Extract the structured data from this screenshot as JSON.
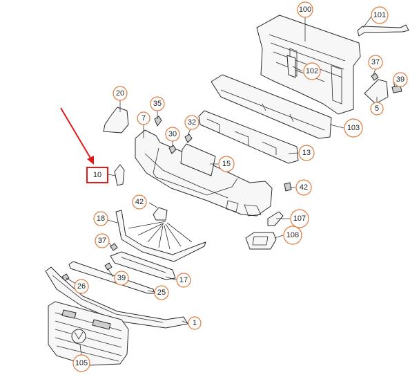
{
  "diagram": {
    "highlight_color": "#e0191b",
    "callout_color": "#e07a3c",
    "highlighted_label": "10",
    "callouts": {
      "c100": "100",
      "c101": "101",
      "c102": "102",
      "c37a": "37",
      "c39a": "39",
      "c5": "5",
      "c103": "103",
      "c20": "20",
      "c35": "35",
      "c7": "7",
      "c32": "32",
      "c30": "30",
      "c13": "13",
      "c15": "15",
      "c42a": "42",
      "c42b": "42",
      "c18": "18",
      "c107": "107",
      "c108": "108",
      "c37b": "37",
      "c39b": "39",
      "c17": "17",
      "c26": "26",
      "c25": "25",
      "c1": "1",
      "c105": "105"
    }
  }
}
